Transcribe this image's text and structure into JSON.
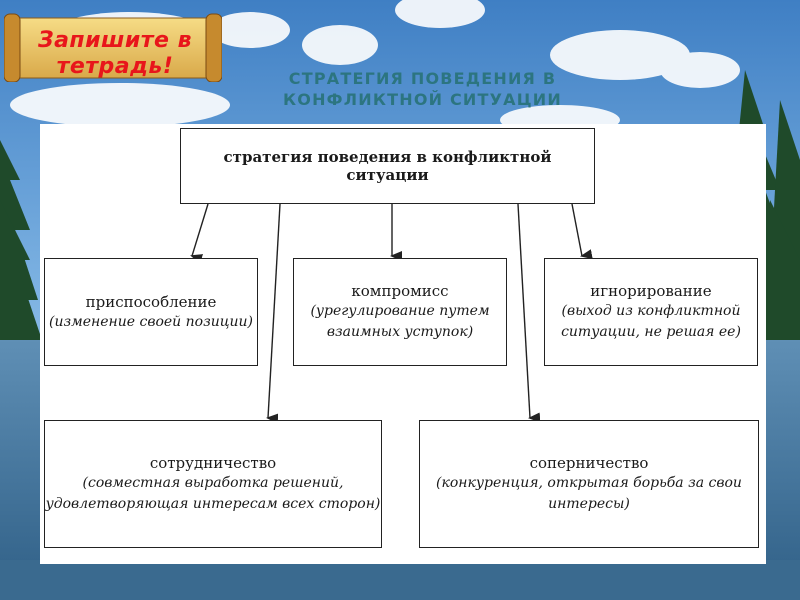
{
  "banner": {
    "text": "Запишите в тетрадь!"
  },
  "slide": {
    "title": "СТРАТЕГИЯ ПОВЕДЕНИЯ В КОНФЛИКТНОЙ СИТУАЦИИ"
  },
  "diagram": {
    "root": "стратегия поведения в конфликтной ситуации",
    "strategies": [
      {
        "title": "приспособление",
        "desc": "(изменение своей позиции)"
      },
      {
        "title": "компромисс",
        "desc": "(урегулирование путем взаимных уступок)"
      },
      {
        "title": "игнорирование",
        "desc": "(выход из конфликтной ситуации, не решая ее)"
      },
      {
        "title": "сотрудничество",
        "desc": "(совместная выработка решений, удовлетворяющая интересам всех сторон)"
      },
      {
        "title": "соперничество",
        "desc": "(конкуренция, открытая борьба за свои интересы)"
      }
    ]
  },
  "colors": {
    "banner_text": "#e8161b",
    "title_text": "#2c7580",
    "panel_bg": "#ffffff",
    "line": "#222222"
  }
}
